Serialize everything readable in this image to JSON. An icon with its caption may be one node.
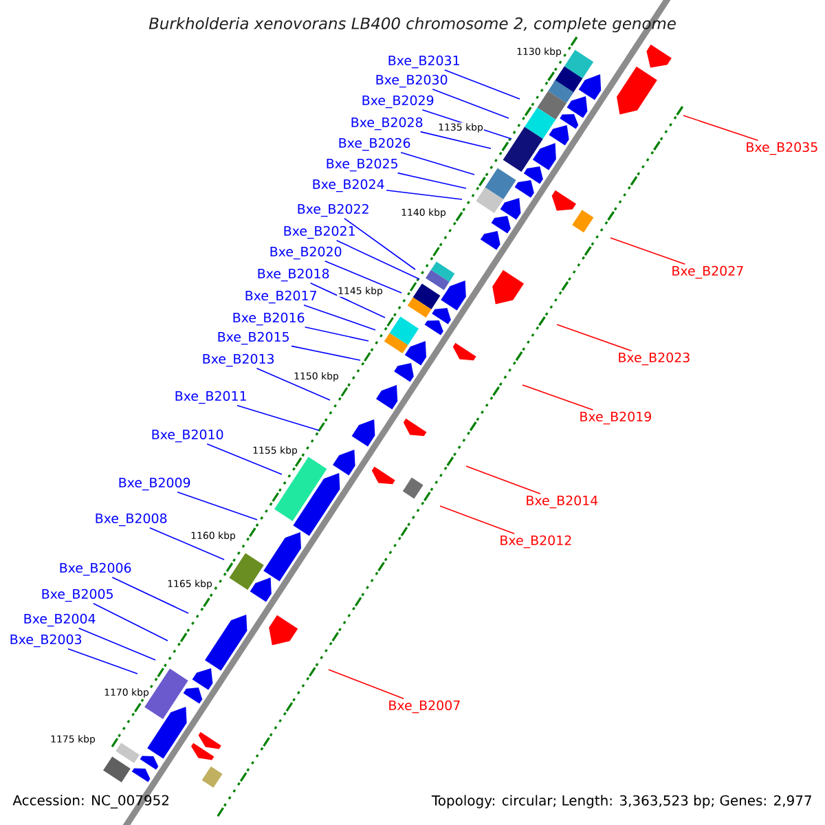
{
  "diagram": {
    "title": "Burkholderia xenovorans LB400 chromosome 2, complete genome",
    "nodes": [
      {
        "text": [
          "Bxe_B2031"
        ]
      },
      {
        "text": [
          "Bxe_B2030"
        ]
      },
      {
        "text": [
          "Bxe_B2029"
        ]
      },
      {
        "text": [
          "Bxe_B2028"
        ]
      },
      {
        "text": [
          "Bxe_B2026"
        ]
      },
      {
        "text": [
          "Bxe_B2035"
        ]
      },
      {
        "text": [
          "Bxe_B2025"
        ]
      },
      {
        "text": [
          "Bxe_B2024"
        ]
      },
      {
        "text": [
          "Bxe_B2022"
        ]
      },
      {
        "text": [
          "Bxe_B2021"
        ]
      },
      {
        "text": [
          "Bxe_B2020"
        ]
      },
      {
        "text": [
          "Bxe_B2027"
        ]
      },
      {
        "text": [
          "Bxe_B2018"
        ]
      },
      {
        "text": [
          "Bxe_B2017"
        ]
      },
      {
        "text": [
          "Bxe_B2016"
        ]
      },
      {
        "text": [
          "Bxe_B2015"
        ]
      },
      {
        "text": [
          "Bxe_B2023"
        ]
      },
      {
        "text": [
          "Bxe_B2013"
        ]
      },
      {
        "text": [
          "Bxe_B2011"
        ]
      },
      {
        "text": [
          "Bxe_B2019"
        ]
      },
      {
        "text": [
          "Bxe_B2010"
        ]
      },
      {
        "text": [
          "Bxe_B2009"
        ]
      },
      {
        "text": [
          "Bxe_B2014"
        ]
      },
      {
        "text": [
          "Bxe_B2008"
        ]
      },
      {
        "text": [
          "Bxe_B2012"
        ]
      },
      {
        "text": [
          "Bxe_B2006"
        ]
      },
      {
        "text": [
          "Bxe_B2005"
        ]
      },
      {
        "text": [
          "Bxe_B2004"
        ]
      },
      {
        "text": [
          "Bxe_B2003"
        ]
      },
      {
        "text": [
          "Bxe_B2007"
        ]
      }
    ],
    "edges": [
      {
        "from": 0,
        "to": null,
        "arrow": "none"
      },
      {
        "from": 1,
        "to": null,
        "arrow": "none"
      },
      {
        "from": 2,
        "to": null,
        "arrow": "none"
      },
      {
        "from": 3,
        "to": null,
        "arrow": "none"
      },
      {
        "from": 4,
        "to": null,
        "arrow": "none"
      },
      {
        "from": 5,
        "to": null,
        "arrow": "none",
        "color": "#ff0000"
      },
      {
        "from": 6,
        "to": null,
        "arrow": "none"
      },
      {
        "from": 7,
        "to": null,
        "arrow": "none"
      },
      {
        "from": 8,
        "to": null,
        "arrow": "none"
      },
      {
        "from": 9,
        "to": null,
        "arrow": "none"
      },
      {
        "from": 10,
        "to": null,
        "arrow": "none"
      },
      {
        "from": 11,
        "to": null,
        "arrow": "none",
        "color": "#ff0000"
      },
      {
        "from": 12,
        "to": null,
        "arrow": "none"
      },
      {
        "from": 13,
        "to": null,
        "arrow": "none"
      },
      {
        "from": 14,
        "to": null,
        "arrow": "none"
      },
      {
        "from": 15,
        "to": null,
        "arrow": "none"
      },
      {
        "from": 16,
        "to": null,
        "arrow": "none",
        "color": "#ff0000"
      },
      {
        "from": 17,
        "to": null,
        "arrow": "none"
      },
      {
        "from": 18,
        "to": null,
        "arrow": "none"
      },
      {
        "from": 19,
        "to": null,
        "arrow": "none",
        "color": "#ff0000"
      },
      {
        "from": 20,
        "to": null,
        "arrow": "none"
      },
      {
        "from": 21,
        "to": null,
        "arrow": "none"
      },
      {
        "from": 22,
        "to": null,
        "arrow": "none",
        "color": "#ff0000"
      },
      {
        "from": 23,
        "to": null,
        "arrow": "none"
      },
      {
        "from": 24,
        "to": null,
        "arrow": "none",
        "color": "#ff0000"
      },
      {
        "from": 25,
        "to": null,
        "arrow": "none"
      },
      {
        "from": 26,
        "to": null,
        "arrow": "none"
      },
      {
        "from": 27,
        "to": null,
        "arrow": "none"
      },
      {
        "from": 28,
        "to": null,
        "arrow": "none"
      },
      {
        "from": 29,
        "to": null,
        "arrow": "none",
        "color": "#ff0000"
      }
    ],
    "labels": [
      "1130 kbp",
      "1135 kbp",
      "1140 kbp",
      "1145 kbp",
      "1150 kbp",
      "1155 kbp",
      "1160 kbp",
      "1165 kbp",
      "1170 kbp",
      "1175 kbp",
      "Accession: NC_007952",
      "Topology: circular; Length: 3,363,523 bp; Genes: 2,977"
    ]
  }
}
